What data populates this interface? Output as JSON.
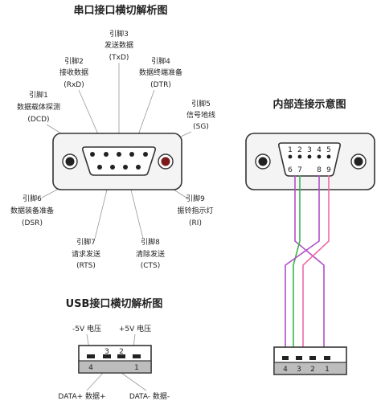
{
  "serial": {
    "title": "串口接口横切解析图",
    "pins": [
      {
        "label": "引脚1",
        "desc": "数据载体探测",
        "code": "(DCD)"
      },
      {
        "label": "引脚2",
        "desc": "接收数据",
        "code": "(RxD)"
      },
      {
        "label": "引脚3",
        "desc": "发送数据",
        "code": "(TxD)"
      },
      {
        "label": "引脚4",
        "desc": "数据终端准备",
        "code": "(DTR)"
      },
      {
        "label": "引脚5",
        "desc": "信号地线",
        "code": "(SG)"
      },
      {
        "label": "引脚6",
        "desc": "数据装备准备",
        "code": "(DSR)"
      },
      {
        "label": "引脚7",
        "desc": "请求发送",
        "code": "(RTS)"
      },
      {
        "label": "引脚8",
        "desc": "清除发送",
        "code": "(CTS)"
      },
      {
        "label": "引脚9",
        "desc": "振铃指示灯",
        "code": "(RI)"
      }
    ]
  },
  "internal": {
    "title": "内部连接示意图",
    "top_numbers": [
      "1",
      "2",
      "3",
      "4",
      "5"
    ],
    "bottom_numbers": [
      "6",
      "7",
      "8",
      "9"
    ],
    "usb_numbers": [
      "4",
      "3",
      "2",
      "1"
    ],
    "colors": {
      "purple": "#b04fc8",
      "green": "#3cb44b",
      "pink": "#ee6aa7"
    }
  },
  "usb": {
    "title": "USB接口横切解析图",
    "top_left": "-5V 电压",
    "top_right": "+5V 电压",
    "bottom_left": "DATA+ 数据+",
    "bottom_right": "DATA- 数据-",
    "slot_numbers": [
      "3",
      "2"
    ],
    "bar_numbers": [
      "4",
      "1"
    ]
  }
}
